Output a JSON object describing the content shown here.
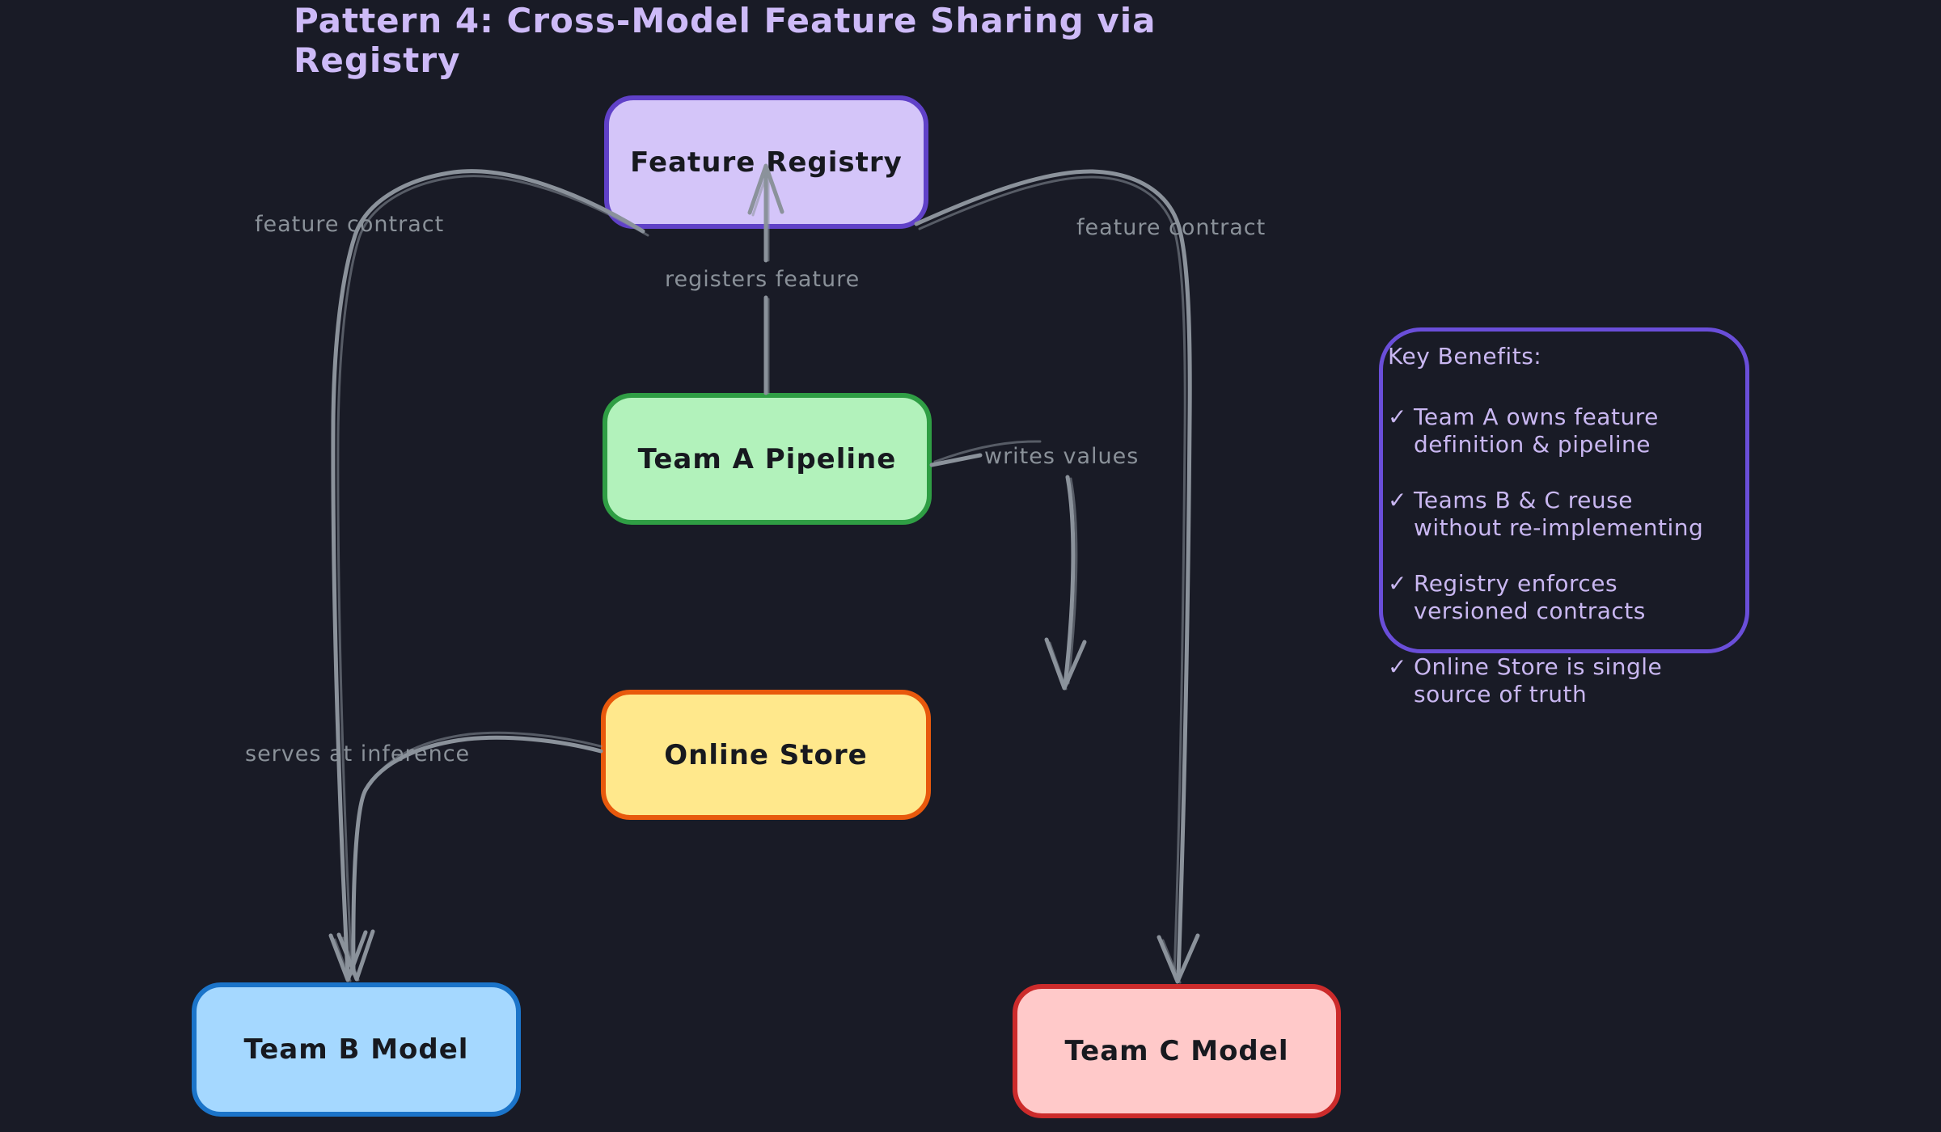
{
  "title": "Pattern 4: Cross-Model Feature Sharing via Registry",
  "nodes": [
    {
      "id": "feature-registry",
      "label": "Feature Registry",
      "fill": "#d4c5f9",
      "border": "#6041c8"
    },
    {
      "id": "team-a-pipeline",
      "label": "Team A Pipeline",
      "fill": "#b2f2bb",
      "border": "#2f9e44"
    },
    {
      "id": "online-store",
      "label": "Online Store",
      "fill": "#ffe88c",
      "border": "#e8590c"
    },
    {
      "id": "team-b-model",
      "label": "Team B Model",
      "fill": "#a5d8ff",
      "border": "#1b74c9"
    },
    {
      "id": "team-c-model",
      "label": "Team C Model",
      "fill": "#ffc9c9",
      "border": "#cc2b2b"
    }
  ],
  "edges": [
    {
      "label": "feature contract",
      "from": "feature-registry",
      "to": "team-b-model"
    },
    {
      "label": "registers feature",
      "from": "team-a-pipeline",
      "to": "feature-registry"
    },
    {
      "label": "writes values",
      "from": "team-a-pipeline",
      "to": "online-store"
    },
    {
      "label": "serves at inference",
      "from": "online-store",
      "to": "team-b-model"
    },
    {
      "label": "feature contract",
      "from": "feature-registry",
      "to": "team-c-model"
    }
  ],
  "benefits": {
    "heading": "Key Benefits:",
    "check": "✓",
    "items": [
      {
        "line1": "Team A owns feature",
        "line2": "definition & pipeline"
      },
      {
        "line1": "Teams B & C reuse",
        "line2": "without re-implementing"
      },
      {
        "line1": "Registry enforces",
        "line2": "versioned contracts"
      },
      {
        "line1": "Online Store is single",
        "line2": "source of truth"
      }
    ]
  },
  "colors": {
    "background": "#191b26",
    "edge_stroke": "#8b929b",
    "edge_label": "#8a9199",
    "title_text": "#cdbaf7",
    "benefits_border": "#6a4ed9",
    "benefits_text": "#c9b7f1",
    "node_text": "#17191f"
  }
}
